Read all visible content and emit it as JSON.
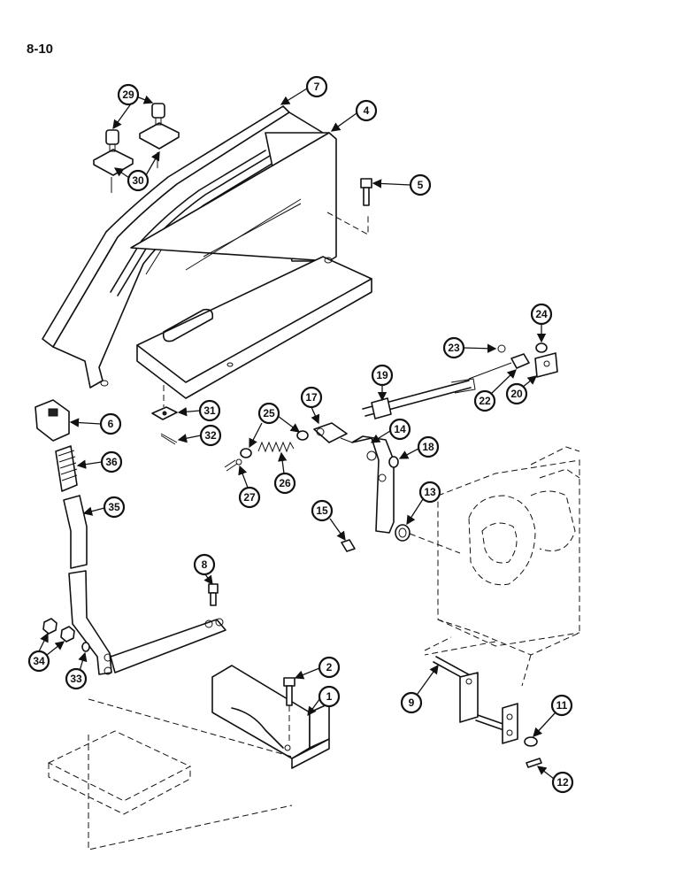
{
  "page_number": "8-10",
  "callouts": [
    {
      "label": "1",
      "target": "pedal-support-bracket"
    },
    {
      "label": "2",
      "target": "bracket-bolt"
    },
    {
      "label": "4",
      "target": "throttle-support"
    },
    {
      "label": "5",
      "target": "support-bolt"
    },
    {
      "label": "6",
      "target": "lever-knob"
    },
    {
      "label": "7",
      "target": "throttle-quadrant-cover"
    },
    {
      "label": "8",
      "target": "pivot-bolt"
    },
    {
      "label": "9",
      "target": "cross-shaft"
    },
    {
      "label": "11",
      "target": "washer"
    },
    {
      "label": "12",
      "target": "roll-pin"
    },
    {
      "label": "13",
      "target": "bushing"
    },
    {
      "label": "14",
      "target": "lever"
    },
    {
      "label": "15",
      "target": "roll-pin"
    },
    {
      "label": "17",
      "target": "rod-end"
    },
    {
      "label": "18",
      "target": "snap-ring"
    },
    {
      "label": "19",
      "target": "throttle-rod"
    },
    {
      "label": "20",
      "target": "bolt"
    },
    {
      "label": "22",
      "target": "swivel-block"
    },
    {
      "label": "23",
      "target": "clip"
    },
    {
      "label": "24",
      "target": "nut"
    },
    {
      "label": "25",
      "target": "washers"
    },
    {
      "label": "26",
      "target": "spring"
    },
    {
      "label": "27",
      "target": "cotter-pin"
    },
    {
      "label": "29",
      "target": "knobs"
    },
    {
      "label": "30",
      "target": "plates"
    },
    {
      "label": "31",
      "target": "plate"
    },
    {
      "label": "32",
      "target": "cotter-pin"
    },
    {
      "label": "33",
      "target": "washer"
    },
    {
      "label": "34",
      "target": "nuts"
    },
    {
      "label": "35",
      "target": "hand-lever"
    },
    {
      "label": "36",
      "target": "lever-grip"
    }
  ]
}
